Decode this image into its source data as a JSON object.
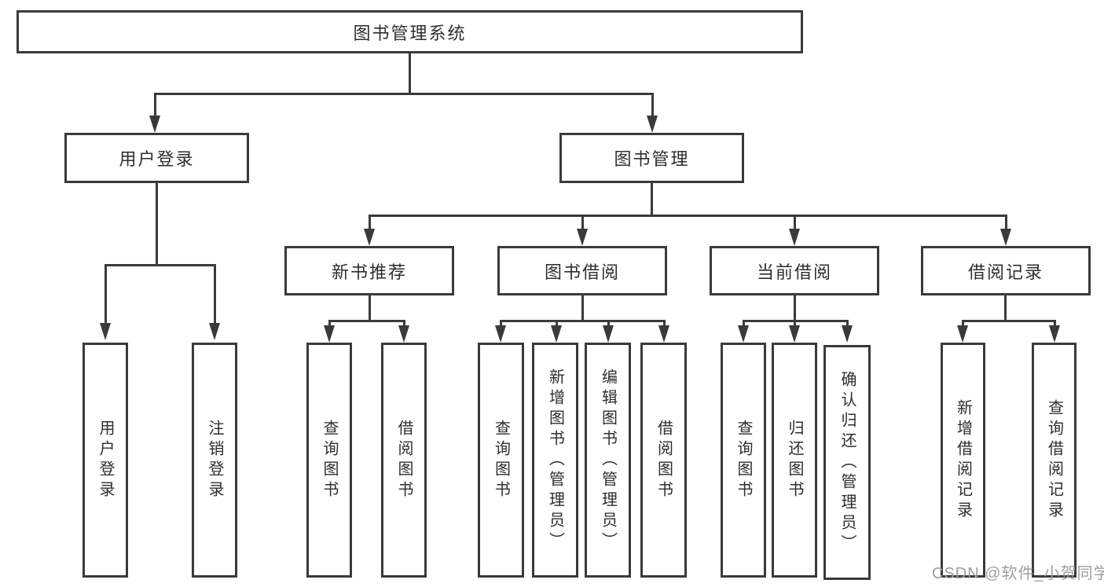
{
  "title": "图书管理系统",
  "branches": [
    {
      "label": "用户登录",
      "children": [
        {
          "label": "用户登录"
        },
        {
          "label": "注销登录"
        }
      ]
    },
    {
      "label": "图书管理",
      "children": [
        {
          "label": "新书推荐",
          "children": [
            {
              "label": "查询图书"
            },
            {
              "label": "借阅图书"
            }
          ]
        },
        {
          "label": "图书借阅",
          "children": [
            {
              "label": "查询图书"
            },
            {
              "label": "新增图书（管理员）"
            },
            {
              "label": "编辑图书（管理员）"
            },
            {
              "label": "借阅图书"
            }
          ]
        },
        {
          "label": "当前借阅",
          "children": [
            {
              "label": "查询图书"
            },
            {
              "label": "归还图书"
            },
            {
              "label": "确认归还（管理员）"
            }
          ]
        },
        {
          "label": "借阅记录",
          "children": [
            {
              "label": "新增借阅记录"
            },
            {
              "label": "查询借阅记录"
            }
          ]
        }
      ]
    }
  ],
  "watermark": "CSDN @软件_小贺同学",
  "colors": {
    "line": "#3a3a3a",
    "text": "#2e2e2e",
    "watermark_text": "#9e9e9e",
    "background": "#ffffff"
  }
}
